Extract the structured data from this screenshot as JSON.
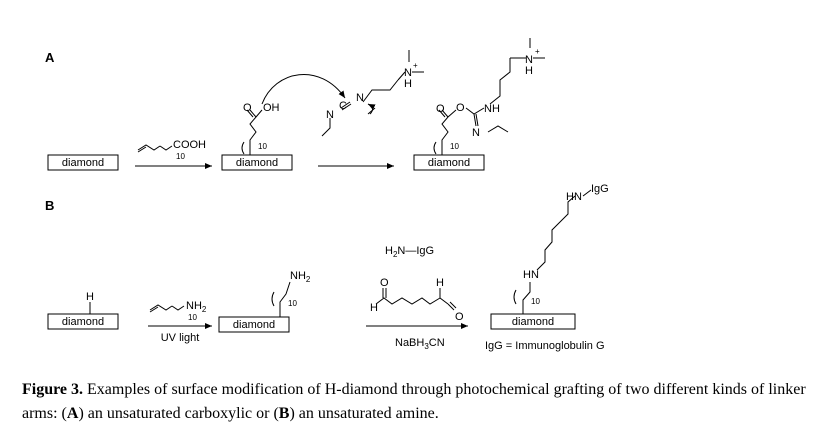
{
  "panels": {
    "a": "A",
    "b": "B"
  },
  "surface_label": "diamond",
  "row_a": {
    "reagent_group": "COOH",
    "chain_count": "10",
    "acid_o": "O",
    "acid_oh": "OH",
    "carbodiimide_n1": "N",
    "carbodiimide_c": "C",
    "carbodiimide_n2": "N",
    "ammonium_n": "N",
    "ammonium_h": "H",
    "plus": "+",
    "product_o1": "O",
    "product_o2": "O",
    "product_nh": "NH",
    "product_n": "N"
  },
  "row_b": {
    "h_label": "H",
    "reagent_nh2": "NH",
    "reagent_nh2_sub": "2",
    "chain_count": "10",
    "condition_uv": "UV light",
    "amine_nh2": "NH",
    "amine_nh2_sub": "2",
    "igg_reagent": "H",
    "igg_reagent_sub": "2",
    "igg_reagent_rest": "N—IgG",
    "aldehyde_o1": "O",
    "aldehyde_o2": "O",
    "aldehyde_h1": "H",
    "aldehyde_h2": "H",
    "reductant_main": "NaBH",
    "reductant_sub": "3",
    "reductant_rest": "CN",
    "product_hn": "HN",
    "product_hn_igg_prefix": "HN",
    "product_igg": "IgG",
    "legend": "IgG = Immunoglobulin G"
  },
  "caption": {
    "figure_label": "Figure 3.",
    "text_1": " Examples of surface modification of H-diamond through photochemical grafting of two different kinds of linker arms: (",
    "a_ref": "A",
    "text_2": ") an unsaturated carboxylic or (",
    "b_ref": "B",
    "text_3": ") an unsaturated amine."
  }
}
